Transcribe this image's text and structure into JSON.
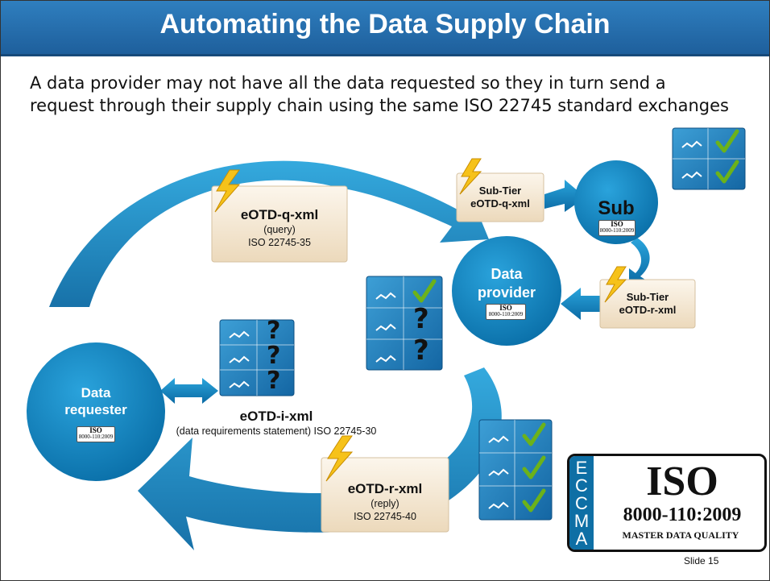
{
  "title": "Automating the Data Supply Chain",
  "intro": {
    "line1": "A data provider may not have all the data requested so they in turn send a",
    "line2": "request through their supply chain using the same ISO 22745 standard exchanges"
  },
  "nodes": {
    "requester": {
      "line1": "Data",
      "line2": "requester"
    },
    "provider": {
      "line1": "Data",
      "line2": "provider"
    },
    "sub": {
      "label": "Sub"
    }
  },
  "iso_chip": {
    "top": "ISO",
    "bottom": "8000-110:2009"
  },
  "cards": {
    "query": {
      "title": "eOTD-q-xml",
      "sub": "(query)",
      "std": "ISO 22745-35"
    },
    "reply": {
      "title": "eOTD-r-xml",
      "sub": "(reply)",
      "std": "ISO 22745-40"
    },
    "subtier_query": {
      "line1": "Sub-Tier",
      "line2": "eOTD-q-xml"
    },
    "subtier_reply": {
      "line1": "Sub-Tier",
      "line2": "eOTD-r-xml"
    }
  },
  "statement": {
    "title": "eOTD-i-xml",
    "desc": "(data requirements statement) ISO 22745-30"
  },
  "logo": {
    "side": "ECCMA",
    "big": "ISO",
    "std": "8000-110:2009",
    "tag": "MASTER DATA QUALITY"
  },
  "slide_number": "Slide 15",
  "colors": {
    "title_bar": "#1e5f9c",
    "circle": "#1185c3",
    "arrow": "#1a8cc7",
    "card": "#f6e9d4",
    "check": "#6cb21a"
  },
  "icons": [
    "lightning-icon",
    "check-icon",
    "question-icon",
    "graph-icon"
  ]
}
